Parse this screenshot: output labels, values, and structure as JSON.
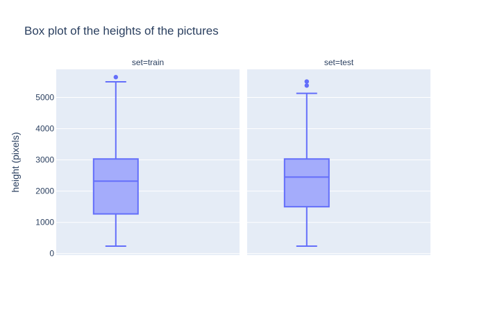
{
  "chart_data": {
    "type": "box",
    "title": "Box plot of the heights of the pictures",
    "ylabel": "height (pixels)",
    "ylim": [
      -50,
      5900
    ],
    "yticks": [
      0,
      1000,
      2000,
      3000,
      4000,
      5000
    ],
    "yticks_labels": [
      "0",
      "1000",
      "2000",
      "3000",
      "4000",
      "5000"
    ],
    "grid": true,
    "colors": {
      "plot_bg": "#E5ECF6",
      "box_fill": "#A4ACFB",
      "box_line": "#636EFA",
      "grid": "#ffffff",
      "text": "#2a3f5f"
    },
    "facets": [
      {
        "label": "set=train",
        "box": {
          "min": 240,
          "q1": 1270,
          "median": 2320,
          "q3": 3030,
          "upper_fence": 5500,
          "outliers": [
            5650
          ]
        }
      },
      {
        "label": "set=test",
        "box": {
          "min": 240,
          "q1": 1500,
          "median": 2450,
          "q3": 3030,
          "upper_fence": 5130,
          "outliers": [
            5380,
            5510
          ]
        }
      }
    ]
  }
}
